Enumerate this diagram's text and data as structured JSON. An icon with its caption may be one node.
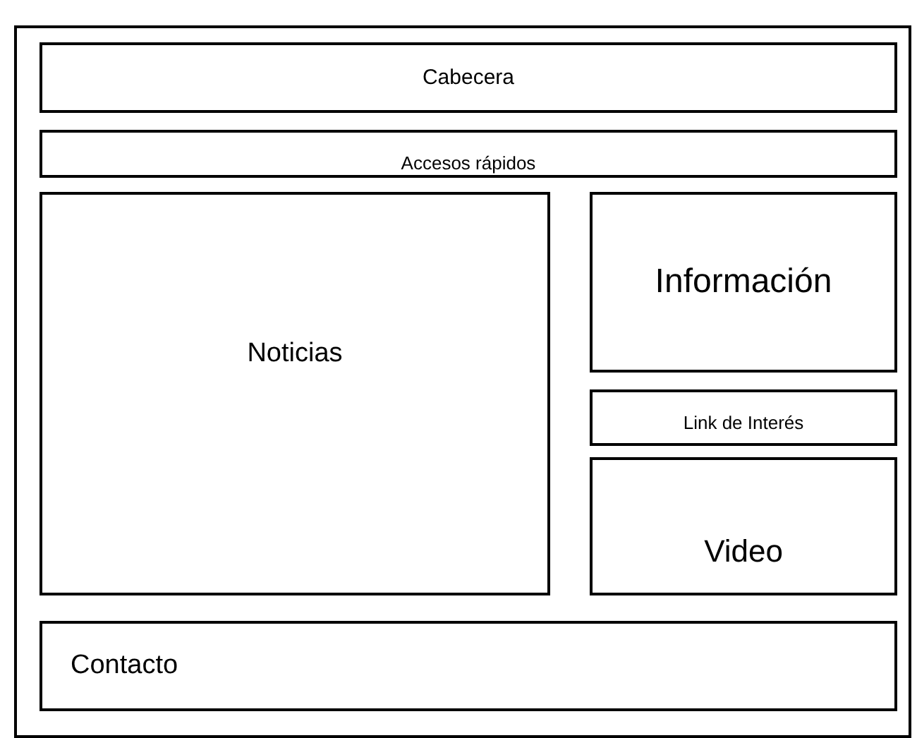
{
  "diagram": {
    "nodes": [
      {
        "text": [],
        "shape": "box"
      },
      {
        "text": [
          "Cabecera"
        ],
        "in": 0
      },
      {
        "text": [
          "Accesos rápidos"
        ],
        "in": 0
      },
      {
        "text": [
          "Noticias"
        ],
        "in": 0
      },
      {
        "text": [
          "Información"
        ],
        "in": 0
      },
      {
        "text": [
          "Link de Interés"
        ],
        "in": 0
      },
      {
        "text": [
          "Video"
        ],
        "in": 0
      },
      {
        "text": [
          "Contacto"
        ],
        "in": 0
      }
    ]
  }
}
